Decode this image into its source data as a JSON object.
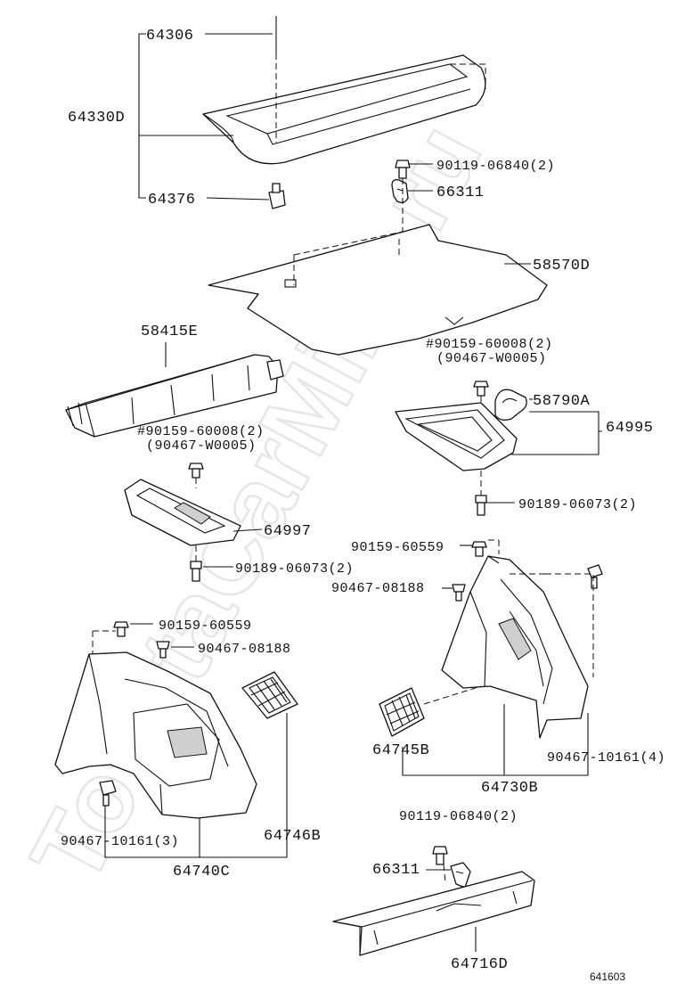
{
  "watermark": "ToyotaCarMine.ru",
  "figure_number": "641603",
  "callouts": {
    "c64306": "64306",
    "c64330D": "64330D",
    "c64376": "64376",
    "c90119_top": "90119-06840(2)",
    "c66311_top": "66311",
    "c58570D": "58570D",
    "c58415E": "58415E",
    "c90159_60008_right": "#90159-60008(2)",
    "c90467_W0005_right": "(90467-W0005)",
    "c58790A": "58790A",
    "c64995": "64995",
    "c90159_60008_left": "#90159-60008(2)",
    "c90467_W0005_left": "(90467-W0005)",
    "c90189_right": "90189-06073(2)",
    "c64997": "64997",
    "c90189_left": "90189-06073(2)",
    "c90159_60559_right": "90159-60559",
    "c90467_08188_right": "90467-08188",
    "c90159_60559_left": "90159-60559",
    "c90467_08188_left": "90467-08188",
    "c64745B": "64745B",
    "c90467_10161_4": "90467-10161(4)",
    "c64730B": "64730B",
    "c90467_10161_3": "90467-10161(3)",
    "c64746B": "64746B",
    "c64740C": "64740C",
    "c90119_bottom": "90119-06840(2)",
    "c66311_bottom": "66311",
    "c64716D": "64716D"
  }
}
